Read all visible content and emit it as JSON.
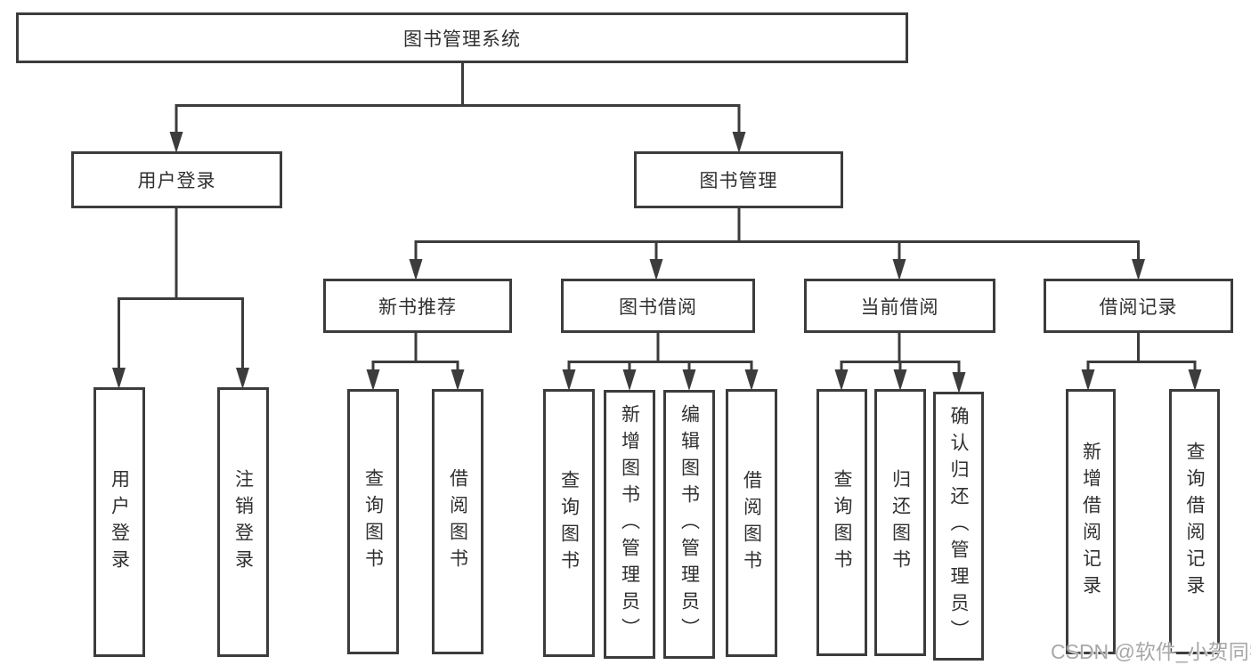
{
  "tree": {
    "root": {
      "label": "图书管理系统"
    },
    "branches": [
      {
        "label": "用户登录",
        "children": [
          "用户登录",
          "注销登录"
        ]
      },
      {
        "label": "图书管理",
        "children": [
          {
            "label": "新书推荐",
            "children": [
              "查询图书",
              "借阅图书"
            ]
          },
          {
            "label": "图书借阅",
            "children": [
              "查询图书",
              "新增图书（管理员）",
              "编辑图书（管理员）",
              "借阅图书"
            ]
          },
          {
            "label": "当前借阅",
            "children": [
              "查询图书",
              "归还图书",
              "确认归还（管理员）"
            ]
          },
          {
            "label": "借阅记录",
            "children": [
              "新增借阅记录",
              "查询借阅记录"
            ]
          }
        ]
      }
    ]
  },
  "watermark": {
    "text": "CSDN @软件_小贺同学"
  },
  "colors": {
    "line": "#3c3c3c",
    "text": "#303030",
    "watermark": "#a8a8a8",
    "background": "#ffffff"
  }
}
